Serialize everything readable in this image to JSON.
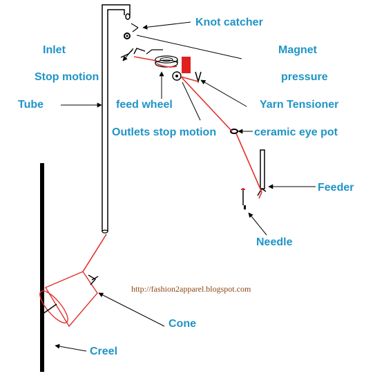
{
  "labels": {
    "knot_catcher": "Knot catcher",
    "inlet": "Inlet",
    "magnet": "Magnet",
    "stop_motion": "Stop motion",
    "pressure": "pressure",
    "tube": "Tube",
    "feed_wheel": "feed wheel",
    "yarn_tensioner": "Yarn Tensioner",
    "outlets_stop_motion": "Outlets stop motion",
    "ceramic_eye_pot": "ceramic eye pot",
    "feeder": "Feeder",
    "needle": "Needle",
    "cone": "Cone",
    "creel": "Creel"
  },
  "watermark": "http://fashion2apparel.blogspot.com",
  "colors": {
    "label": "#1f94c6",
    "yarn": "#e0302a",
    "magnet": "#e02020",
    "line": "#000000",
    "watermark": "#8b4513"
  }
}
